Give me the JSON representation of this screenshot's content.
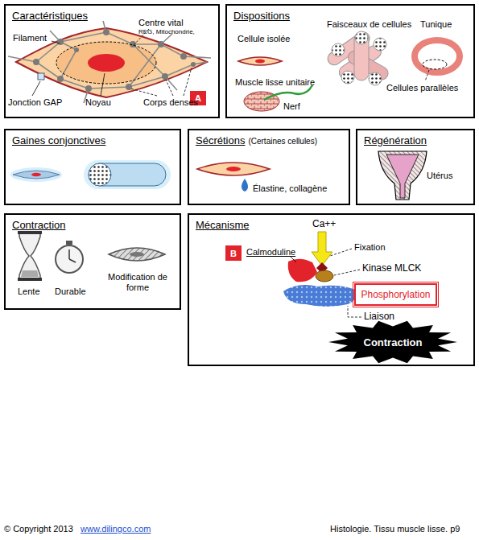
{
  "diagram": {
    "nodes": [
      {
        "text": [
          "Caractéristiques"
        ]
      },
      {
        "text": [
          "A"
        ],
        "in": 0
      },
      {
        "text": [
          "Dispositions"
        ]
      },
      {
        "text": [
          "Gaines conjonctives"
        ]
      },
      {
        "text": [
          "Sécrétions",
          "(Certaines cellules)"
        ]
      },
      {
        "text": [
          "Régénération"
        ]
      },
      {
        "text": [
          "Contraction"
        ]
      },
      {
        "text": [
          "Mécanisme"
        ]
      },
      {
        "text": [
          "B"
        ],
        "in": 7
      },
      {
        "text": [
          "Phosphorylation"
        ],
        "in": 7
      },
      {
        "text": [
          "Contraction"
        ],
        "in": 7
      }
    ],
    "labels": [
      "Filament",
      "Centre vital",
      "REG, Mitochondrie,",
      "Jonction GAP",
      "Noyau",
      "Corps denses",
      "Cellule isolée",
      "Faisceaux de cellules",
      "Tunique",
      "Muscle lisse unitaire",
      "Nerf",
      "Cellules parallèles",
      "Élastine, collagène",
      "Utérus",
      "Lente",
      "Durable",
      "Modification de forme",
      "Ca++",
      "Fixation",
      "Calmoduline",
      "Kinase MLCK",
      "Liaison",
      "© Copyright 2013",
      "www.dilingco.com",
      "Histologie. Tissu muscle lisse. p9"
    ]
  }
}
